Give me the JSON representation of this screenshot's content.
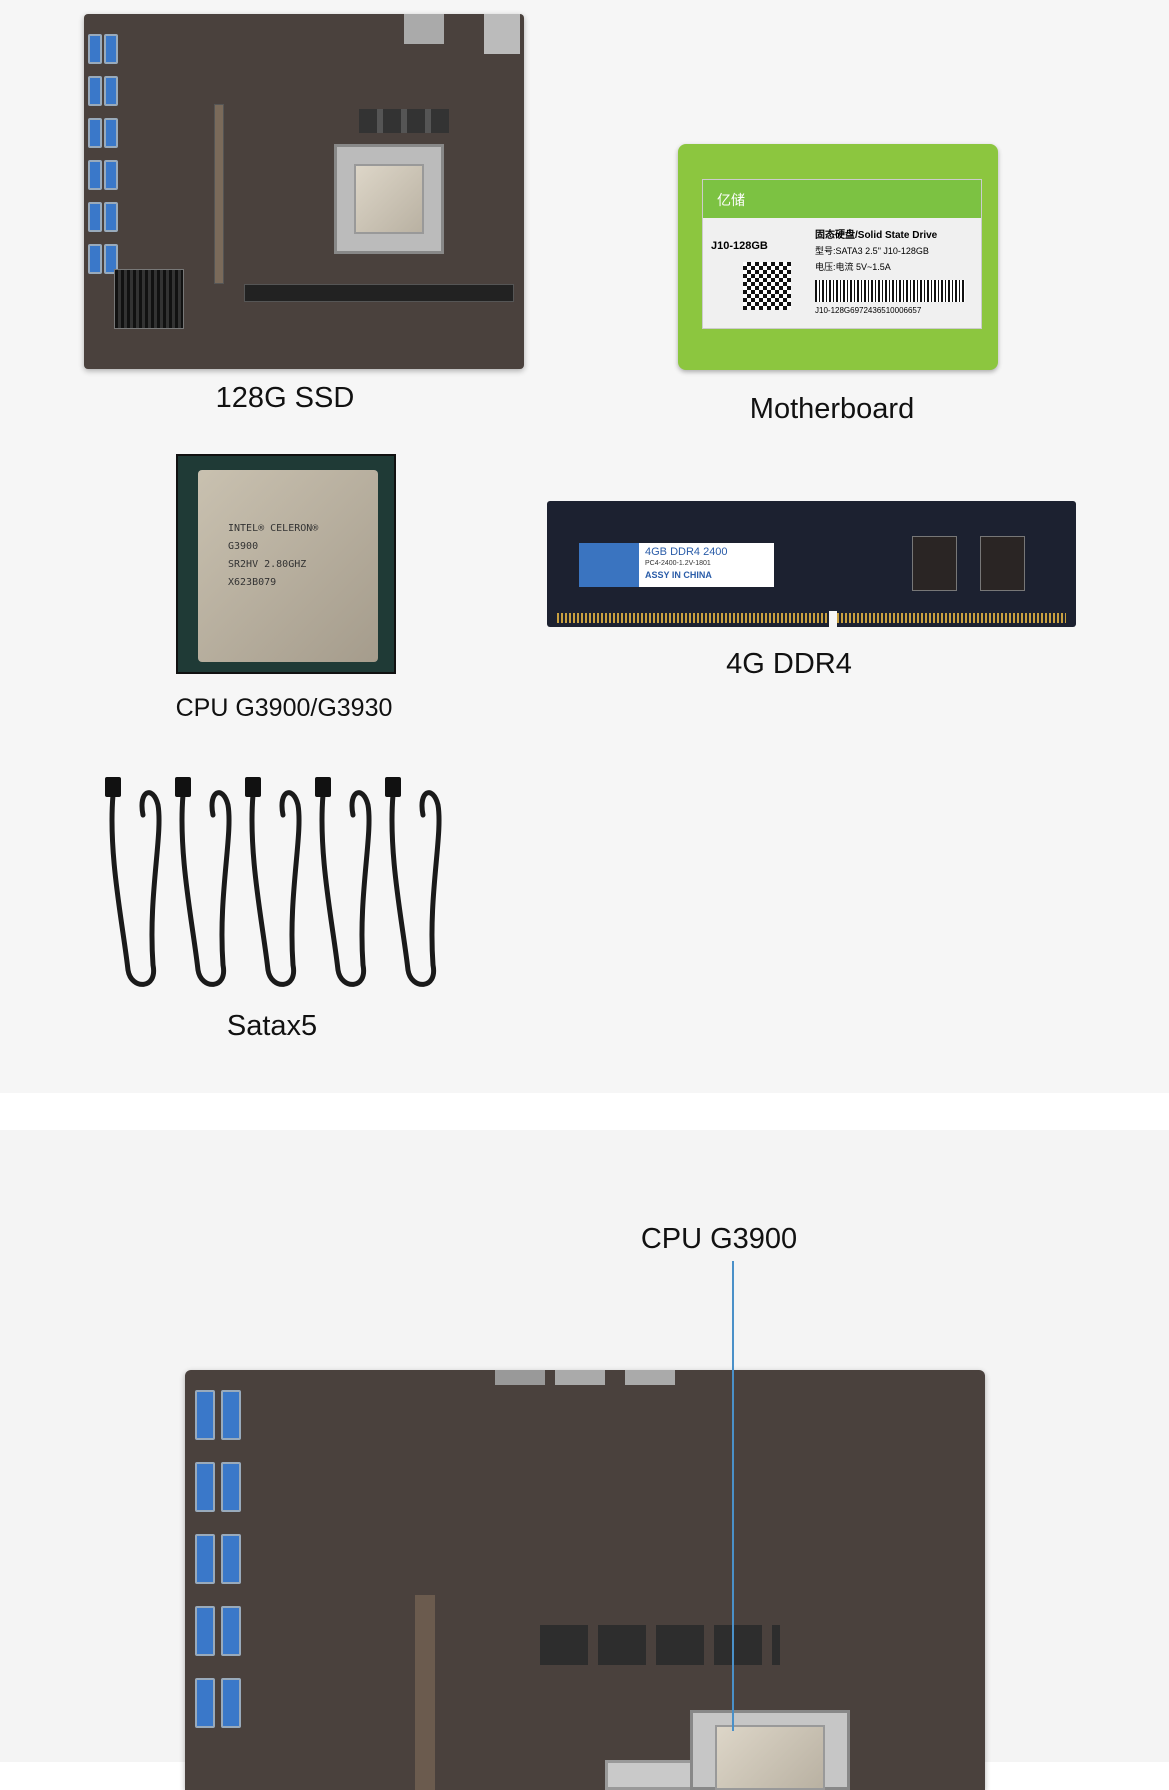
{
  "items": [
    {
      "label": "128G SSD"
    },
    {
      "label": "Motherboard"
    },
    {
      "label": "CPU G3900/G3930"
    },
    {
      "label": "4G DDR4"
    },
    {
      "label": "Satax5"
    }
  ],
  "ssd": {
    "brand": "亿储",
    "title": "固态硬盘/Solid State Drive",
    "model": "J10-128GB",
    "spec": "型号:SATA3 2.5\" J10-128GB",
    "power": "电压:电流 5V~1.5A",
    "serial": "J10-128G6972436510006657",
    "color": "#8cc63f"
  },
  "cpu": {
    "line1": "INTEL® CELERON®",
    "line2": "G3900",
    "line3": "SR2HV 2.80GHZ",
    "line4": "X623B079"
  },
  "ram": {
    "line1": "4GB DDR4 2400",
    "line2": "PC4-2400-1.2V-1801",
    "line3": "ASSY IN CHINA"
  },
  "detail": {
    "callout": "CPU G3900",
    "callout_color": "#4a90c8"
  }
}
